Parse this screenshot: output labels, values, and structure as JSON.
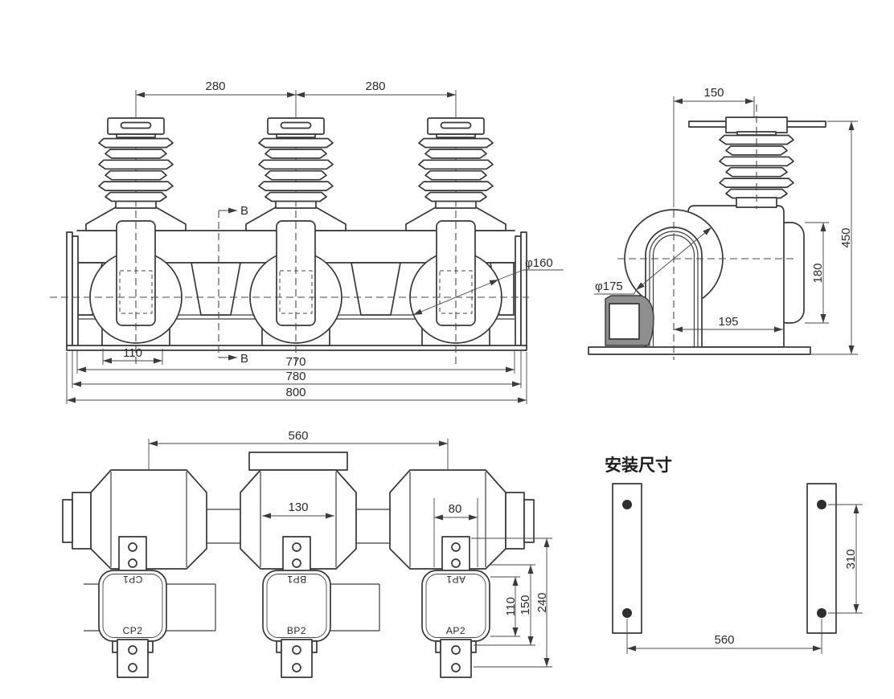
{
  "front_view": {
    "dim_spacing_left": "280",
    "dim_spacing_right": "280",
    "dim_flange": "110",
    "dim_inner_width": "770",
    "dim_mid_width": "780",
    "dim_overall_width": "800",
    "diameter_label": "φ160",
    "section_marker_top": "B",
    "section_marker_bottom": "B"
  },
  "side_view": {
    "dim_offset": "150",
    "dim_overall_height": "450",
    "dim_body_height": "180",
    "dim_depth": "195",
    "diameter_label": "φ175"
  },
  "plan_view": {
    "dim_span": "560",
    "dim_center_width": "130",
    "dim_terminal_width": "80",
    "dim_v_110": "110",
    "dim_v_150": "150",
    "dim_v_240": "240",
    "terminals": [
      {
        "p1": "CP1",
        "p2": "CP2"
      },
      {
        "p1": "BP1",
        "p2": "BP2"
      },
      {
        "p1": "AP1",
        "p2": "AP2"
      }
    ]
  },
  "install_view": {
    "title": "安装尺寸",
    "dim_hole_spacing_v": "310",
    "dim_hole_spacing_h": "560"
  },
  "colors": {
    "line": "#383838",
    "shade": "#8f8f8f",
    "background": "#ffffff"
  }
}
